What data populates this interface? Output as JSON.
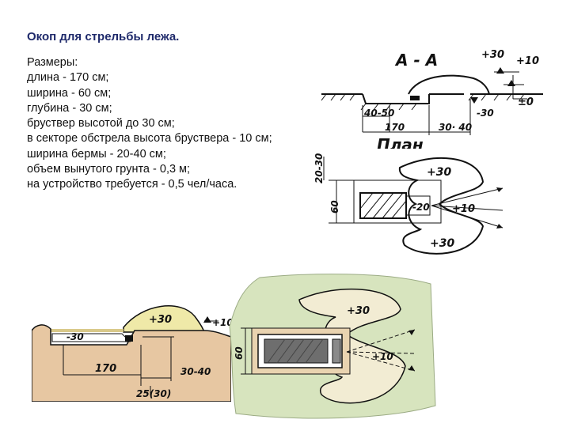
{
  "slide": {
    "title": "Окоп для стрельбы лежа.",
    "lines": [
      "Размеры:",
      "длина - 170 см;",
      "ширина - 60 см;",
      "глубина - 30 см;",
      "бруствер высотой до 30 см;",
      "в секторе обстрела высота бруствера - 10 см;",
      "ширина бермы - 20-40 см;",
      "объем вынутого грунта - 0,3 м;",
      "на устройство требуется - 0,5 чел/часа."
    ]
  },
  "drawing_section": {
    "title": "А - А",
    "labels": {
      "p30": "+30",
      "p10": "+10",
      "pm0": "±0",
      "m30": "-30",
      "w": "40-50",
      "len": "170",
      "berm": "30· 40"
    }
  },
  "drawing_plan": {
    "title": "План",
    "labels": {
      "p30_top": "+30",
      "p30_bottom": "+30",
      "p10": "+10",
      "m20": "-20",
      "dim1": "20-30",
      "dim2": "60"
    }
  },
  "color_section": {
    "labels": {
      "p30": "+30",
      "p10": "+10",
      "m30": "-30",
      "len": "170",
      "berm": "30-40",
      "bottom": "25(30)"
    }
  },
  "color_plan": {
    "labels": {
      "p30": "+30",
      "p10": "+10",
      "dim": "60"
    }
  }
}
